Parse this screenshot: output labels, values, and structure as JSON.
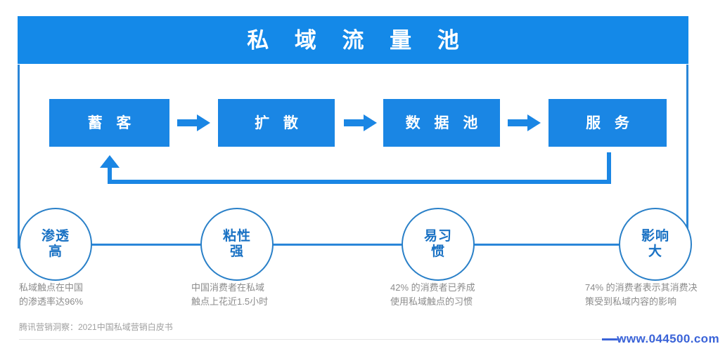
{
  "header": {
    "title": "私 域 流 量 池"
  },
  "process": {
    "steps": [
      {
        "label": "蓄 客"
      },
      {
        "label": "扩 散"
      },
      {
        "label": "数 据 池"
      },
      {
        "label": "服 务"
      }
    ],
    "arrow_icon": "right-arrow-icon",
    "loop_icon": "feedback-loop-arrow-icon"
  },
  "features": [
    {
      "circle_line1": "渗透",
      "circle_line2": "高",
      "caption": "私域触点在中国\n的渗透率达96%"
    },
    {
      "circle_line1": "粘性",
      "circle_line2": "强",
      "caption": "中国消费者在私域\n触点上花近1.5小时"
    },
    {
      "circle_line1": "易习",
      "circle_line2": "惯",
      "caption": "42% 的消费者已养成\n使用私域触点的习惯"
    },
    {
      "circle_line1": "影响",
      "circle_line2": "大",
      "caption": "74% 的消费者表示其消费决\n策受到私域内容的影响"
    }
  ],
  "footer": {
    "source": "腾讯营销洞察：2021中国私域营销白皮书",
    "watermark": "www.044500.com"
  },
  "colors": {
    "banner_blue": "#1489e8",
    "box_blue": "#1a86e4",
    "outline_blue": "#2a80c8",
    "caption_gray": "#8c8c8c",
    "watermark_blue": "#3a63d8"
  },
  "chart_data": {
    "type": "diagram",
    "title": "私 域 流 量 池",
    "flow_sequence": [
      "蓄 客",
      "扩 散",
      "数 据 池",
      "服 务"
    ],
    "feedback_loop": {
      "from": "服 务",
      "to": "蓄 客"
    },
    "metrics": [
      {
        "name": "渗透高",
        "value": 96,
        "unit": "%",
        "note": "私域触点在中国的渗透率达96%"
      },
      {
        "name": "粘性强",
        "value": 1.5,
        "unit": "小时",
        "note": "中国消费者在私域触点上花近1.5小时"
      },
      {
        "name": "易习惯",
        "value": 42,
        "unit": "%",
        "note": "42% 的消费者已养成使用私域触点的习惯"
      },
      {
        "name": "影响大",
        "value": 74,
        "unit": "%",
        "note": "74% 的消费者表示其消费决策受到私域内容的影响"
      }
    ],
    "source": "腾讯营销洞察：2021中国私域营销白皮书"
  }
}
